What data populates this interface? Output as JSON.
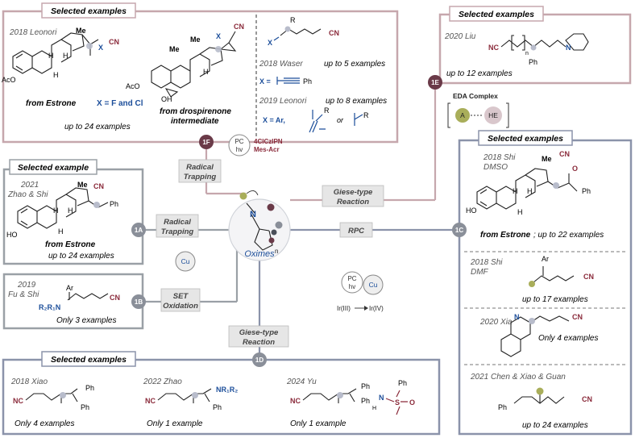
{
  "colors": {
    "mauve": "#c6a7ad",
    "slate": "#8b93aa",
    "hub_gray": "#9aa0a6",
    "node_dark": "#6a3a48",
    "node_gray": "#8a8f99",
    "blue": "#1c4e9a",
    "red": "#8a2a3a",
    "label_fill": "#e6e6e6"
  },
  "center": {
    "label": "Oximes",
    "n": "n",
    "atom": "N"
  },
  "nodes": {
    "f1": "1F",
    "e1": "1E",
    "a1": "1A",
    "b1": "1B",
    "c1": "1C",
    "d1": "1D"
  },
  "labels": {
    "radical_trapping_top_1": "Radical",
    "radical_trapping_top_2": "Trapping",
    "radical_trapping_left_1": "Radical",
    "radical_trapping_left_2": "Trapping",
    "giese_top_1": "Giese-type",
    "giese_top_2": "Reaction",
    "giese_bottom_1": "Giese-type",
    "giese_bottom_2": "Reaction",
    "rpc": "RPC",
    "set_1": "SET",
    "set_2": "Oxidation"
  },
  "catalysts": {
    "pc": "PC",
    "hv": "hv",
    "cat1": "4ClCzIPN",
    "cat2": "Mes-Acr",
    "cu": "Cu",
    "pc2": "PC",
    "hv2": "hv",
    "cu2": "Cu",
    "ir3": "Ir(III)",
    "ir4": "Ir(IV)"
  },
  "eda": {
    "title": "EDA Complex",
    "a": "A",
    "he": "HE"
  },
  "box_1f": {
    "header": "Selected examples",
    "left_ref": "2018 Leonori",
    "me": "Me",
    "x": "X",
    "cn": "CN",
    "h1": "H",
    "h2": "H",
    "h3": "H",
    "aco": "AcO",
    "from_estrone": "from Estrone",
    "x_eq": "X = F and Cl",
    "up_to": "up to 24 examples",
    "mid_me1": "Me",
    "mid_me2": "Me",
    "mid_x": "X",
    "mid_cn": "CN",
    "mid_h": "H",
    "mid_oh": "OH",
    "mid_aco": "AcO",
    "from_dros_1": "from drospirenone",
    "from_dros_2": "intermediate",
    "r_label": "R",
    "x_label": "X",
    "cn_label": "CN",
    "waser_ref": "2018 Waser",
    "waser_count": "up to 5 examples",
    "x_eq_alkyne": "X =",
    "ph": "Ph",
    "leonori_ref": "2019 Leonori",
    "leonori_count": "up to 8 examples",
    "x_eq_ar": "X =  Ar,",
    "r2": "R",
    "or": "or",
    "r3": "R"
  },
  "box_1e": {
    "header": "Selected examples",
    "ref": "2020 Liu",
    "nc": "NC",
    "n": "n",
    "ph": "Ph",
    "n_atom": "N",
    "count": "up to 12 examples"
  },
  "box_1a": {
    "header": "Selected example",
    "ref_1": "2021",
    "ref_2": "Zhao & Shi",
    "me": "Me",
    "cn": "CN",
    "h1": "H",
    "h2": "H",
    "h3": "H",
    "ph": "Ph",
    "ho": "HO",
    "from": "from Estrone",
    "count": "up to 24 examples"
  },
  "box_1b": {
    "ref_1": "2019",
    "ref_2": "Fu & Shi",
    "ar": "Ar",
    "amine": "R₂R₁N",
    "cn": "CN",
    "count": "Only 3 examples"
  },
  "box_1c": {
    "header": "Selected examples",
    "ref1_1": "2018 Shi",
    "ref1_2": "DMSO",
    "me": "Me",
    "cn": "CN",
    "o": "O",
    "h1": "H",
    "h2": "H",
    "h3": "H",
    "ph": "Ph",
    "ho": "HO",
    "from_1": "from Estrone",
    "from_2": "; up to 22 examples",
    "ref2_1": "2018 Shi",
    "ref2_2": "DMF",
    "ar": "Ar",
    "cn2": "CN",
    "count2": "up to 17 examples",
    "ref3": "2020 Xia",
    "n_atom": "N",
    "cn3": "CN",
    "count3": "Only 4 examples",
    "ref4": "2021 Chen & Xiao & Guan",
    "ph4": "Ph",
    "cn4": "CN",
    "count4": "up to 24 examples"
  },
  "box_1d": {
    "header": "Selected examples",
    "ref1": "2018 Xiao",
    "nc1": "NC",
    "ph1a": "Ph",
    "ph1b": "Ph",
    "count1": "Only 4 examples",
    "ref2": "2022 Zhao",
    "nc2": "NC",
    "amine2": "NR₁R₂",
    "ph2": "Ph",
    "count2": "Only 1 example",
    "ref3": "2024 Yu",
    "nc3": "NC",
    "ph3a": "Ph",
    "ph3b": "Ph",
    "ph3c": "Ph",
    "n3": "N",
    "s3": "S",
    "o3": "O",
    "h3": "H",
    "count3": "Only 1 example"
  }
}
